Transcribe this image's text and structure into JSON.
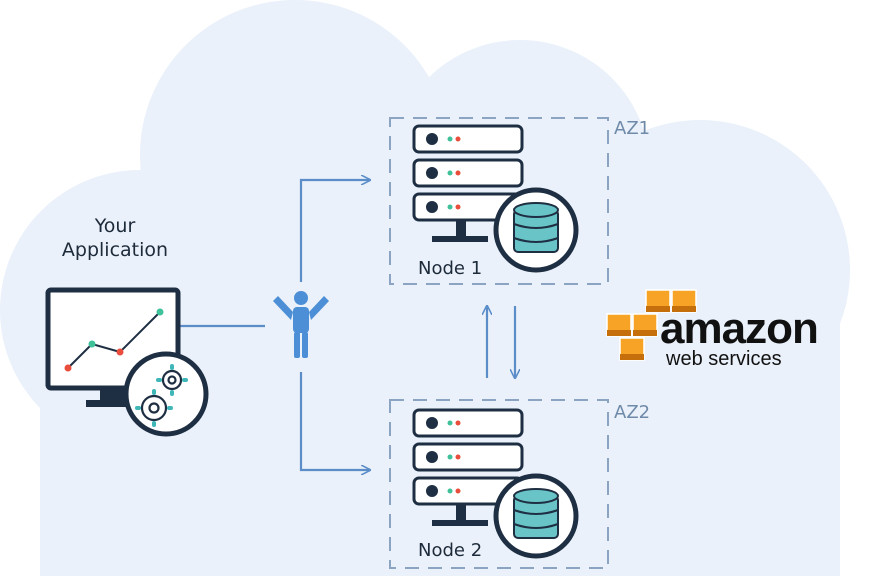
{
  "app": {
    "label_line1": "Your",
    "label_line2": "Application"
  },
  "zones": [
    {
      "label": "AZ1",
      "node": "Node 1"
    },
    {
      "label": "AZ2",
      "node": "Node 2"
    }
  ],
  "brand": {
    "name": "amazon",
    "tagline": "web services"
  },
  "colors": {
    "cloud": "#eaf1fa",
    "connector": "#5b8ec9",
    "dashed": "#8aa4c2",
    "server": "#1f2f43",
    "db": "#68c4c6",
    "aws_orange": "#f7a325",
    "person": "#4c8fd6"
  },
  "icons": [
    "monitor-chart-icon",
    "gear-icon",
    "load-balancer-person-icon",
    "server-rack-icon",
    "database-icon",
    "aws-cubes-logo"
  ]
}
